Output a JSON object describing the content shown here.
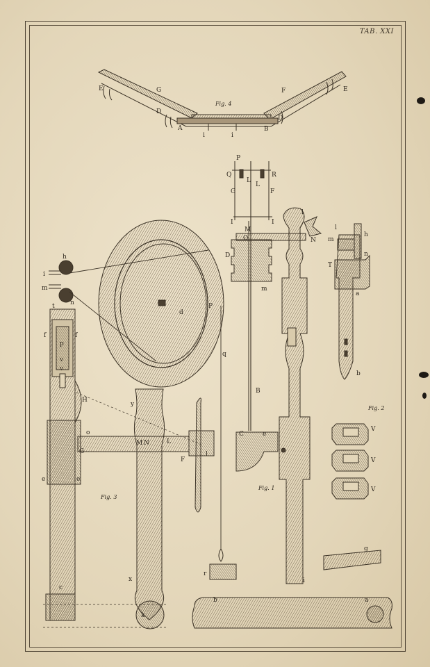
{
  "plate": {
    "title": "TAB. XXI"
  },
  "figure_captions": {
    "fig1": "Fig. 1",
    "fig2": "Fig. 2",
    "fig3": "Fig. 3",
    "fig4": "Fig. 4"
  },
  "fig4_labels": {
    "E_left": "E",
    "G": "G",
    "F": "F",
    "E_right": "E",
    "D_left": "D",
    "A": "A",
    "B": "B",
    "D_right": "D",
    "i1": "i",
    "i2": "i"
  },
  "fig1_labels": {
    "P": "P",
    "Q": "Q",
    "R": "R",
    "L1": "L",
    "L2": "L",
    "G": "G",
    "F": "F",
    "I1": "I",
    "I2": "I",
    "N": "N",
    "O": "O",
    "M": "M",
    "D": "D",
    "m": "m",
    "B": "B",
    "C": "C",
    "e": "e",
    "l": "l",
    "i": "i",
    "b": "b",
    "a": "a"
  },
  "fig3_labels": {
    "h": "h",
    "i": "i",
    "m": "m",
    "n": "n",
    "t": "t",
    "f1": "f",
    "f2": "f",
    "p": "p",
    "v1": "v",
    "v2": "v",
    "H": "H",
    "o": "o",
    "G": "G",
    "e1": "e",
    "e2": "e",
    "y": "y",
    "d": "d",
    "P": "P",
    "q": "q",
    "M": "M",
    "N": "N",
    "L": "L",
    "F": "F",
    "l": "l",
    "r": "r",
    "x": "x",
    "c": "c",
    "k": "k"
  },
  "fig2_labels": {
    "l": "l",
    "h": "h",
    "m": "m",
    "n": "n",
    "T": "T",
    "a": "a",
    "b": "b",
    "V1": "V",
    "V2": "V",
    "V3": "V",
    "g": "g"
  }
}
